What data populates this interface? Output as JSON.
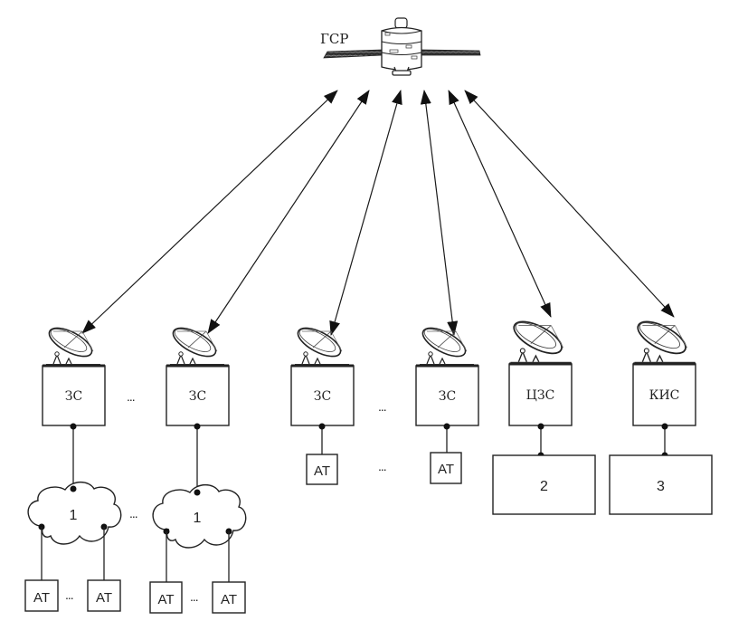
{
  "satellite": {
    "label": "ГСР",
    "icon": "satellite-icon"
  },
  "stations": [
    {
      "label": "ЗС",
      "icon": "dish-antenna-icon",
      "type": "earth-station"
    },
    {
      "label": "ЗС",
      "icon": "dish-antenna-icon",
      "type": "earth-station"
    },
    {
      "label": "ЗС",
      "icon": "dish-antenna-icon",
      "type": "earth-station"
    },
    {
      "label": "ЗС",
      "icon": "dish-antenna-icon",
      "type": "earth-station"
    },
    {
      "label": "ЦЗС",
      "icon": "dish-antenna-icon",
      "type": "central-earth-station"
    },
    {
      "label": "КИС",
      "icon": "dish-antenna-icon",
      "type": "command-measurement-station"
    }
  ],
  "networks": [
    {
      "label": "1"
    },
    {
      "label": "1"
    }
  ],
  "terminals": {
    "label": "АТ",
    "network_terminals": [
      "АТ",
      "АТ",
      "АТ",
      "АТ"
    ],
    "direct_terminals": [
      "АТ",
      "АТ"
    ]
  },
  "blocks": [
    {
      "label": "2"
    },
    {
      "label": "3"
    }
  ],
  "ellipsis": "..."
}
